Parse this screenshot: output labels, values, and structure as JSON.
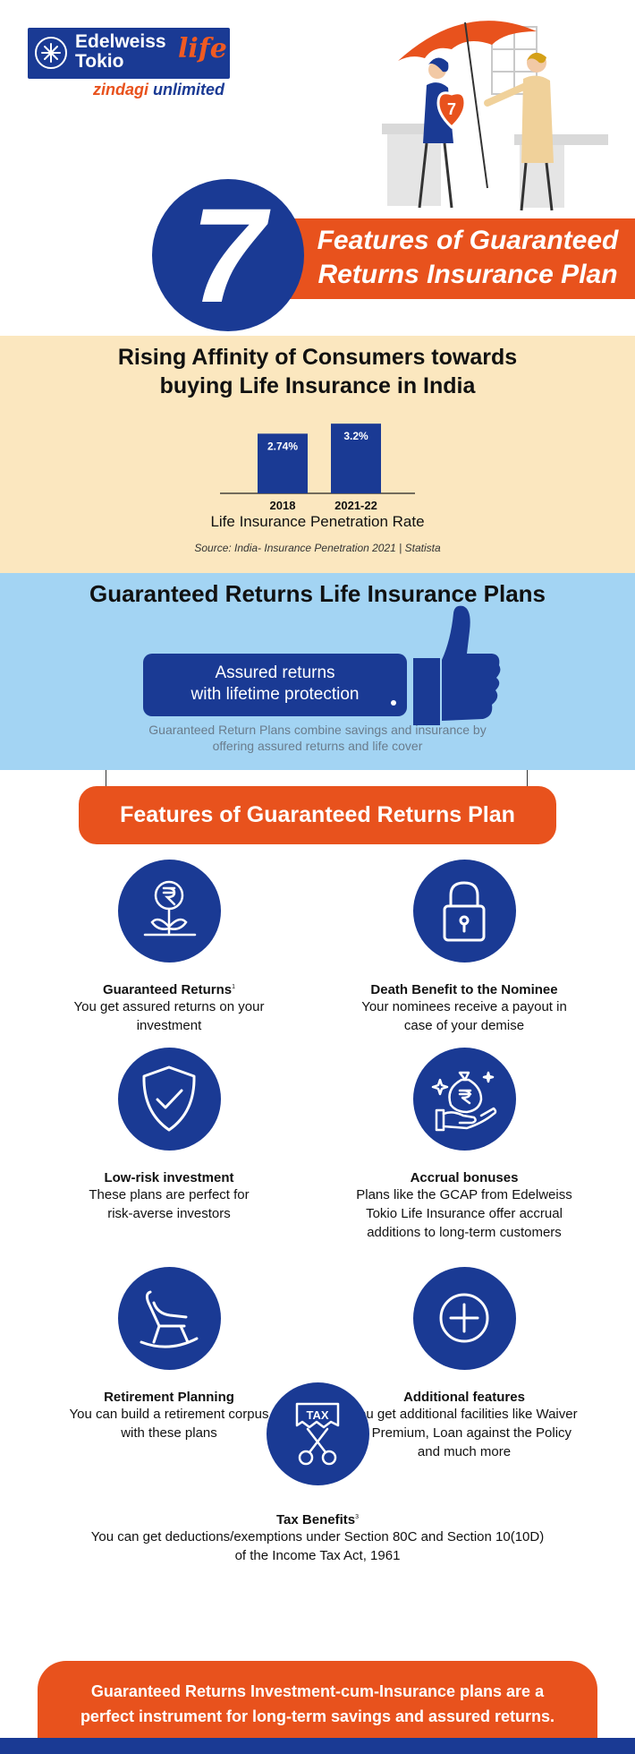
{
  "brand": {
    "name_line1": "Edelweiss",
    "name_line2": "Tokio",
    "name_script": "life",
    "tagline_orange": "zindagi",
    "tagline_blue": "unlimited"
  },
  "hero": {
    "number": "7",
    "title_line1": "Features of Guaranteed",
    "title_line2": "Returns Insurance Plan",
    "illustration_badge": "7"
  },
  "affinity": {
    "title_line1": "Rising Affinity of Consumers towards",
    "title_line2": "buying Life Insurance in India",
    "caption": "Life Insurance Penetration Rate",
    "source": "Source: India- Insurance Penetration 2021 | Statista"
  },
  "chart_data": {
    "type": "bar",
    "categories": [
      "2018",
      "2021-22"
    ],
    "values": [
      2.74,
      3.2
    ],
    "data_labels": [
      "2.74%",
      "3.2%"
    ],
    "title": "",
    "xlabel": "Life Insurance Penetration Rate",
    "ylabel": "",
    "ylim": [
      0,
      3.7
    ],
    "grid": false,
    "color": "#1a3a94"
  },
  "guaranteed": {
    "title": "Guaranteed Returns Life Insurance Plans",
    "box_line1": "Assured returns",
    "box_line2": "with lifetime protection",
    "desc_line1": "Guaranteed Return Plans combine savings and insurance by",
    "desc_line2": "offering assured returns and life cover"
  },
  "features": {
    "header": "Features of Guaranteed Returns Plan",
    "items": [
      {
        "icon": "rupee-plant-icon",
        "title": "Guaranteed Returns",
        "sup": "1",
        "desc_line1": "You get assured returns on your",
        "desc_line2": "investment",
        "desc_line3": ""
      },
      {
        "icon": "lock-icon",
        "title": "Death Benefit to the Nominee",
        "sup": "",
        "desc_line1": "Your nominees receive a payout in",
        "desc_line2": "case of your demise",
        "desc_line3": ""
      },
      {
        "icon": "shield-check-icon",
        "title": "Low-risk investment",
        "sup": "",
        "desc_line1": "These plans are perfect for",
        "desc_line2": "risk-averse investors",
        "desc_line3": ""
      },
      {
        "icon": "money-bag-hand-icon",
        "title": "Accrual bonuses",
        "sup": "",
        "desc_line1": "Plans like the GCAP from Edelweiss",
        "desc_line2": "Tokio Life Insurance offer accrual",
        "desc_line3": "additions to long-term customers"
      },
      {
        "icon": "rocking-chair-icon",
        "title": "Retirement Planning",
        "sup": "",
        "desc_line1": "You can build a retirement corpus",
        "desc_line2": "with these plans",
        "desc_line3": ""
      },
      {
        "icon": "plus-circle-icon",
        "title": "Additional features",
        "sup": "",
        "desc_line1": "You get additional facilities like Waiver",
        "desc_line2": "of Premium, Loan against the Policy",
        "desc_line3": "and much more"
      }
    ],
    "tax": {
      "icon": "tax-scissors-icon",
      "icon_text": "TAX",
      "title": "Tax Benefits",
      "sup": "3",
      "desc_line1": "You can get deductions/exemptions under Section 80C and Section 10(10D)",
      "desc_line2": "of the Income Tax Act, 1961"
    }
  },
  "footer": {
    "line1": "Guaranteed Returns Investment-cum-Insurance plans are a",
    "line2": "perfect instrument for long-term savings and assured returns."
  },
  "colors": {
    "brand_blue": "#1a3a94",
    "brand_orange": "#e8521d",
    "cream": "#fbe7bf",
    "sky": "#a3d4f3"
  }
}
